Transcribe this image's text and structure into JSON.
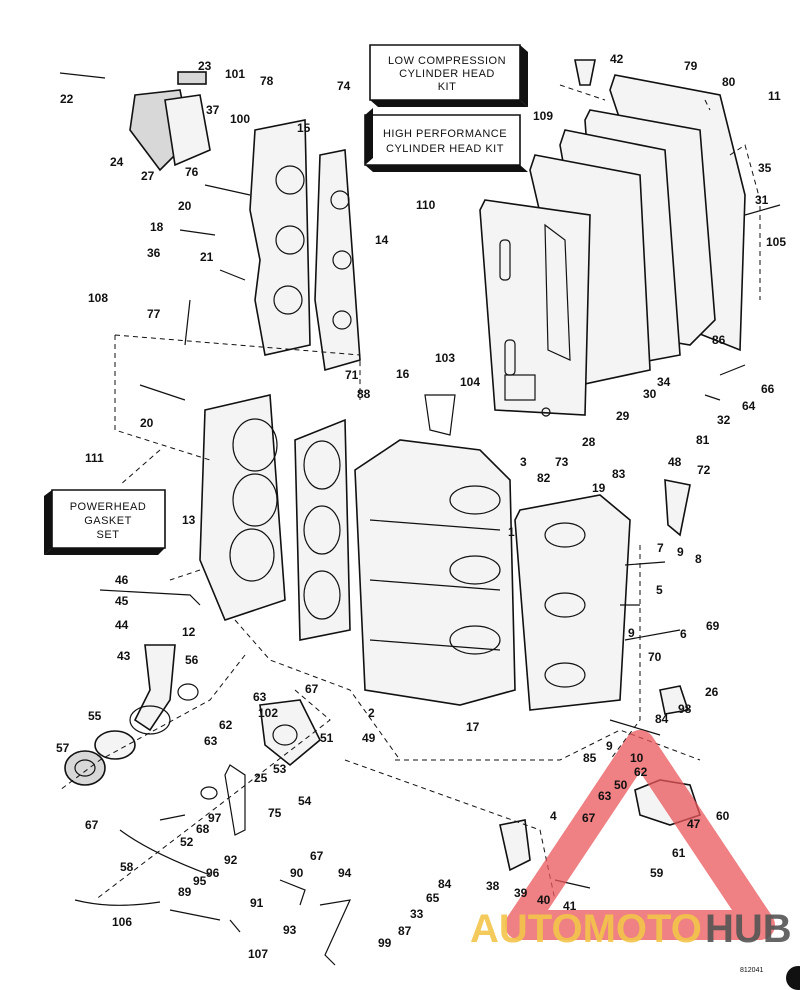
{
  "kits": {
    "low_compression": [
      "LOW COMPRESSION",
      "CYLINDER HEAD",
      "KIT"
    ],
    "high_performance": [
      "HIGH PERFORMANCE",
      "CYLINDER HEAD KIT"
    ],
    "powerhead_gasket": [
      "POWERHEAD",
      "GASKET",
      "SET"
    ]
  },
  "drawing_number": "812041",
  "watermark": {
    "part1": "AUTOMOTO",
    "part2": "HUB",
    "accent_color": "#e9555a",
    "gold_color": "#f2c54a",
    "dark_color": "#555555"
  },
  "parts": [
    {
      "id": "p1",
      "num": "1"
    },
    {
      "id": "p2",
      "num": "2"
    },
    {
      "id": "p3",
      "num": "3"
    },
    {
      "id": "p4",
      "num": "4"
    },
    {
      "id": "p5",
      "num": "5"
    },
    {
      "id": "p6",
      "num": "6"
    },
    {
      "id": "p7",
      "num": "7"
    },
    {
      "id": "p8",
      "num": "8"
    },
    {
      "id": "p9a",
      "num": "9"
    },
    {
      "id": "p9b",
      "num": "9"
    },
    {
      "id": "p9c",
      "num": "9"
    },
    {
      "id": "p10",
      "num": "10"
    },
    {
      "id": "p11",
      "num": "11"
    },
    {
      "id": "p12",
      "num": "12"
    },
    {
      "id": "p13",
      "num": "13"
    },
    {
      "id": "p14",
      "num": "14"
    },
    {
      "id": "p15",
      "num": "15"
    },
    {
      "id": "p16",
      "num": "16"
    },
    {
      "id": "p17",
      "num": "17"
    },
    {
      "id": "p18",
      "num": "18"
    },
    {
      "id": "p19",
      "num": "19"
    },
    {
      "id": "p20a",
      "num": "20"
    },
    {
      "id": "p20b",
      "num": "20"
    },
    {
      "id": "p21",
      "num": "21"
    },
    {
      "id": "p22",
      "num": "22"
    },
    {
      "id": "p23",
      "num": "23"
    },
    {
      "id": "p24",
      "num": "24"
    },
    {
      "id": "p25",
      "num": "25"
    },
    {
      "id": "p26",
      "num": "26"
    },
    {
      "id": "p27",
      "num": "27"
    },
    {
      "id": "p28",
      "num": "28"
    },
    {
      "id": "p29",
      "num": "29"
    },
    {
      "id": "p30",
      "num": "30"
    },
    {
      "id": "p31",
      "num": "31"
    },
    {
      "id": "p32",
      "num": "32"
    },
    {
      "id": "p33",
      "num": "33"
    },
    {
      "id": "p34",
      "num": "34"
    },
    {
      "id": "p35",
      "num": "35"
    },
    {
      "id": "p36",
      "num": "36"
    },
    {
      "id": "p37",
      "num": "37"
    },
    {
      "id": "p38",
      "num": "38"
    },
    {
      "id": "p39",
      "num": "39"
    },
    {
      "id": "p40",
      "num": "40"
    },
    {
      "id": "p41",
      "num": "41"
    },
    {
      "id": "p42",
      "num": "42"
    },
    {
      "id": "p43",
      "num": "43"
    },
    {
      "id": "p44",
      "num": "44"
    },
    {
      "id": "p45",
      "num": "45"
    },
    {
      "id": "p46",
      "num": "46"
    },
    {
      "id": "p47",
      "num": "47"
    },
    {
      "id": "p48",
      "num": "48"
    },
    {
      "id": "p49",
      "num": "49"
    },
    {
      "id": "p50",
      "num": "50"
    },
    {
      "id": "p51",
      "num": "51"
    },
    {
      "id": "p52",
      "num": "52"
    },
    {
      "id": "p53",
      "num": "53"
    },
    {
      "id": "p54",
      "num": "54"
    },
    {
      "id": "p55",
      "num": "55"
    },
    {
      "id": "p56",
      "num": "56"
    },
    {
      "id": "p57",
      "num": "57"
    },
    {
      "id": "p58",
      "num": "58"
    },
    {
      "id": "p59",
      "num": "59"
    },
    {
      "id": "p60",
      "num": "60"
    },
    {
      "id": "p61",
      "num": "61"
    },
    {
      "id": "p62a",
      "num": "62"
    },
    {
      "id": "p62b",
      "num": "62"
    },
    {
      "id": "p63a",
      "num": "63"
    },
    {
      "id": "p63b",
      "num": "63"
    },
    {
      "id": "p63c",
      "num": "63"
    },
    {
      "id": "p64",
      "num": "64"
    },
    {
      "id": "p65",
      "num": "65"
    },
    {
      "id": "p66",
      "num": "66"
    },
    {
      "id": "p67a",
      "num": "67"
    },
    {
      "id": "p67b",
      "num": "67"
    },
    {
      "id": "p67c",
      "num": "67"
    },
    {
      "id": "p67d",
      "num": "67"
    },
    {
      "id": "p68",
      "num": "68"
    },
    {
      "id": "p69",
      "num": "69"
    },
    {
      "id": "p70",
      "num": "70"
    },
    {
      "id": "p71",
      "num": "71"
    },
    {
      "id": "p72",
      "num": "72"
    },
    {
      "id": "p73",
      "num": "73"
    },
    {
      "id": "p74",
      "num": "74"
    },
    {
      "id": "p75",
      "num": "75"
    },
    {
      "id": "p76",
      "num": "76"
    },
    {
      "id": "p77",
      "num": "77"
    },
    {
      "id": "p78",
      "num": "78"
    },
    {
      "id": "p79",
      "num": "79"
    },
    {
      "id": "p80",
      "num": "80"
    },
    {
      "id": "p81",
      "num": "81"
    },
    {
      "id": "p82",
      "num": "82"
    },
    {
      "id": "p83",
      "num": "83"
    },
    {
      "id": "p84a",
      "num": "84"
    },
    {
      "id": "p84b",
      "num": "84"
    },
    {
      "id": "p85",
      "num": "85"
    },
    {
      "id": "p86",
      "num": "86"
    },
    {
      "id": "p87",
      "num": "87"
    },
    {
      "id": "p88",
      "num": "88"
    },
    {
      "id": "p89",
      "num": "89"
    },
    {
      "id": "p90",
      "num": "90"
    },
    {
      "id": "p91",
      "num": "91"
    },
    {
      "id": "p92",
      "num": "92"
    },
    {
      "id": "p93",
      "num": "93"
    },
    {
      "id": "p94",
      "num": "94"
    },
    {
      "id": "p95",
      "num": "95"
    },
    {
      "id": "p96",
      "num": "96"
    },
    {
      "id": "p97",
      "num": "97"
    },
    {
      "id": "p98",
      "num": "98"
    },
    {
      "id": "p99",
      "num": "99"
    },
    {
      "id": "p100",
      "num": "100"
    },
    {
      "id": "p101",
      "num": "101"
    },
    {
      "id": "p102",
      "num": "102"
    },
    {
      "id": "p103",
      "num": "103"
    },
    {
      "id": "p104",
      "num": "104"
    },
    {
      "id": "p105",
      "num": "105"
    },
    {
      "id": "p106",
      "num": "106"
    },
    {
      "id": "p107",
      "num": "107"
    },
    {
      "id": "p108",
      "num": "108"
    },
    {
      "id": "p109",
      "num": "109"
    },
    {
      "id": "p110",
      "num": "110"
    },
    {
      "id": "p111",
      "num": "111"
    }
  ]
}
